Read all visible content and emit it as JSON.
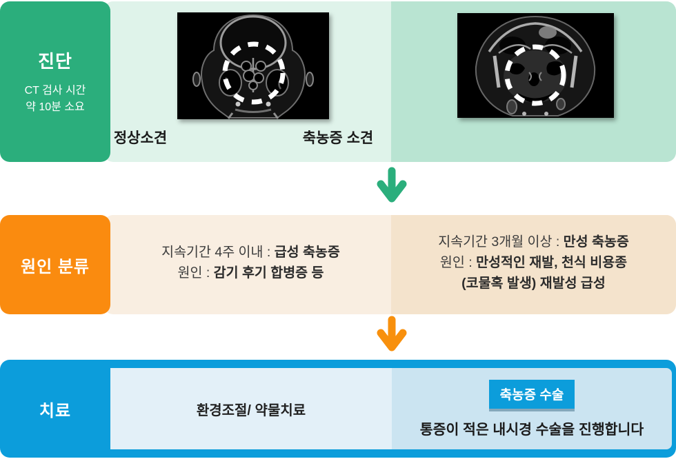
{
  "row_diagnosis": {
    "label": "진단",
    "subline1": "CT 검사 시간",
    "subline2": "약 10분 소요",
    "caption_normal": "정상소견",
    "caption_sinusitis": "축농증 소견"
  },
  "row_cause": {
    "label": "원인 분류",
    "acute_line1_prefix": "지속기간 4주 이내 : ",
    "acute_line1_bold": "급성 축농증",
    "acute_line2_prefix": "원인 : ",
    "acute_line2_bold": "감기 후기 합병증 등",
    "chronic_line1_prefix": "지속기간 3개월 이상 : ",
    "chronic_line1_bold": "만성 축농증",
    "chronic_line2_prefix": "원인 : ",
    "chronic_line2_bold": "만성적인 재발, 천식 비용종",
    "chronic_line3_bold": "(코물혹 발생) 재발성 급성"
  },
  "row_treatment": {
    "label": "치료",
    "conservative": "환경조절/ 약물치료",
    "surgery_badge": "축농증 수술",
    "surgery_desc": "통증이 적은 내시경 수술을 진행합니다"
  },
  "icons": {
    "step1_arrow": "arrow-down-icon",
    "step2_arrow": "arrow-down-icon",
    "ct_marker": "dashed-circle-marker"
  },
  "colors": {
    "diagnosis_green": "#2BAE7C",
    "diagnosis_bg_light": "#DFF3EA",
    "diagnosis_bg_dark": "#B9E4D2",
    "cause_orange": "#FA8B0F",
    "cause_bg_light": "#F9EEE1",
    "cause_bg_dark": "#F4E3CC",
    "treatment_blue": "#0C9DDB",
    "treatment_bg_light": "#E3F0F8",
    "treatment_bg_dark": "#CBE4F1"
  }
}
